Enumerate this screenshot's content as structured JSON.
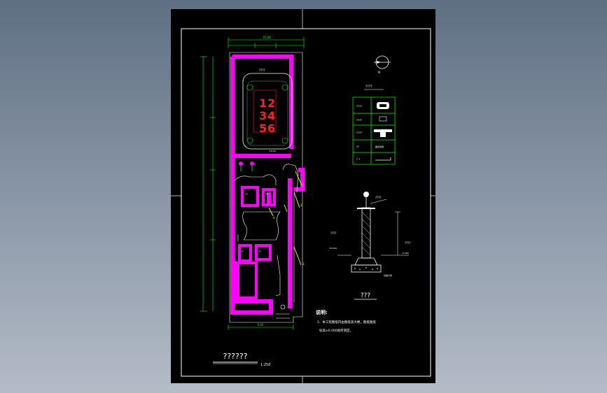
{
  "drawing": {
    "main_title": "??????",
    "scale": "1:250",
    "notes_title": "说明:",
    "notes_line1": "1、本工程图纸内由图纸高大楼，图纸图纸",
    "notes_line2": "   标高±0.000处所测定。",
    "section_title": "???",
    "pole_label": "????",
    "section_left_label": "????",
    "section_right_label": "????",
    "section_left_elev": "±0.000",
    "section_right_elev": "-0.300",
    "section_bottom_label": "基础大样",
    "compass_label": "N",
    "legend_title": "????",
    "legend_rows": [
      "????",
      "????",
      "????",
      "??",
      "? ?"
    ],
    "legend_row4_right": "图纸说明",
    "plan_sign_chars": [
      "1",
      "2",
      "3",
      "4",
      "5",
      "6"
    ],
    "plan_label_top": "????",
    "plan_label_bottom": "1:8.00",
    "room_label_1": "??",
    "room_label_2": "??",
    "room_label_3": "??",
    "room_label_4": "??",
    "callout_1": "1",
    "callout_2": "2",
    "callout_3": "3",
    "callout_4": "4",
    "dim_top": "23.00",
    "dim_bottom": "6.00"
  },
  "colors": {
    "magenta": "#ff00ff",
    "green": "#00ff00",
    "yellow": "#ffff00",
    "red": "#ff2020",
    "white": "#ffffff"
  }
}
